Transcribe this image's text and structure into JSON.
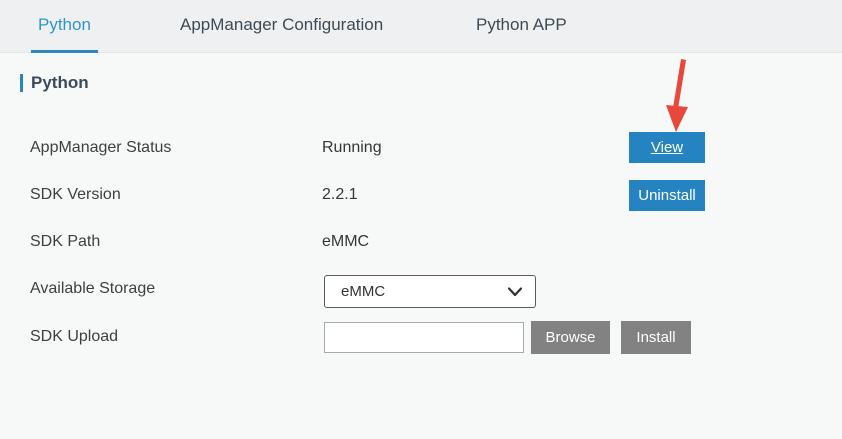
{
  "tab_bar": {
    "tabs": [
      {
        "label": "Python",
        "active": true
      },
      {
        "label": "AppManager Configuration",
        "active": false
      },
      {
        "label": "Python APP",
        "active": false
      }
    ]
  },
  "section": {
    "title": "Python"
  },
  "fields": {
    "appmanager_status": {
      "label": "AppManager Status",
      "value": "Running",
      "action_label": "View"
    },
    "sdk_version": {
      "label": "SDK Version",
      "value": "2.2.1",
      "action_label": "Uninstall"
    },
    "sdk_path": {
      "label": "SDK Path",
      "value": "eMMC"
    },
    "available_storage": {
      "label": "Available Storage",
      "selected_option": "eMMC"
    },
    "sdk_upload": {
      "label": "SDK Upload",
      "input_value": "",
      "browse_label": "Browse",
      "install_label": "Install"
    }
  },
  "annotations": {
    "arrow_target": "View button"
  },
  "icons": {
    "chevron_down": "chevron-down-icon",
    "red_arrow": "red-arrow-icon"
  },
  "colors": {
    "primary_button_blue": "#2583c1",
    "tab_active_blue": "#2e95d3",
    "tab_underline_blue": "#2e86c1",
    "secondary_button_gray": "#828282",
    "arrow_red": "#e8473c",
    "tabbar_background": "#eef0f1",
    "page_background": "#f7f8f8"
  }
}
